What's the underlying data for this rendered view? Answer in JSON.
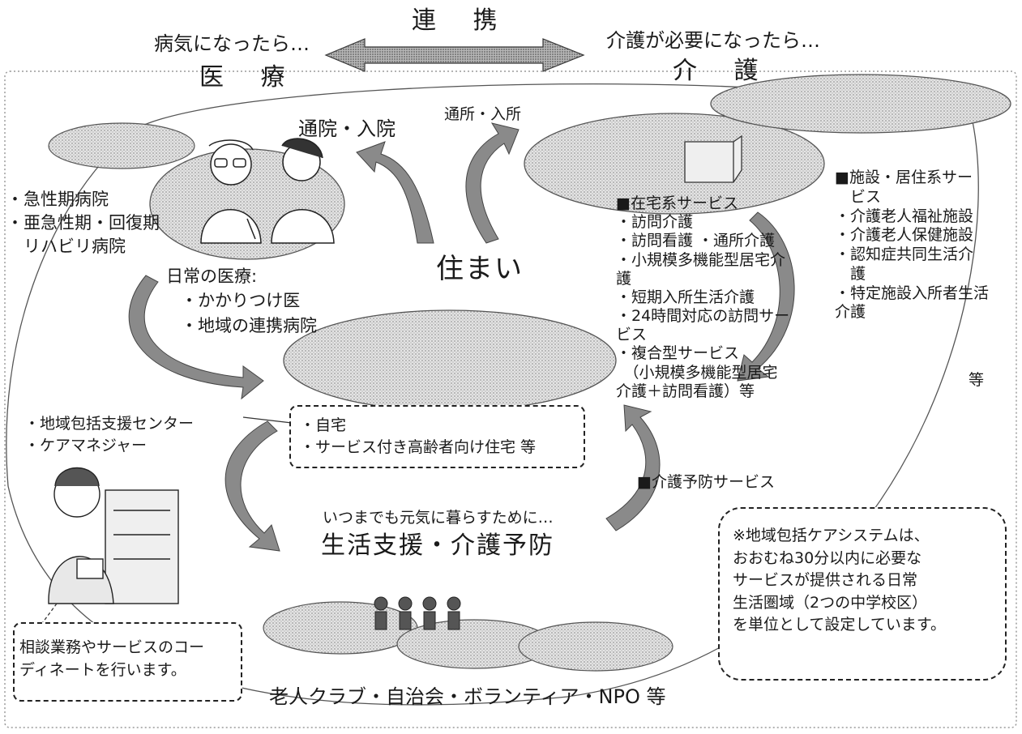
{
  "header": {
    "renkei": "連 携",
    "medical_prompt": "病気になったら…",
    "medical": "医 療",
    "care_prompt": "介護が必要になったら…",
    "care": "介 護"
  },
  "flows": {
    "tsuin": "通院・入院",
    "tsusho": "通所・入所"
  },
  "hospitals": [
    "・急性期病院",
    "・亜急性期・回復期",
    "　リハビリ病院"
  ],
  "daily_medical": {
    "title": "日常の医療:",
    "items": [
      "・かかりつけ医",
      "・地域の連携病院"
    ]
  },
  "center": "住まい",
  "home_care": {
    "title": "■在宅系サービス",
    "items": [
      "・訪問介護",
      "・訪問看護 ・通所介護",
      "・小規模多機能型居宅介",
      "護",
      "・短期入所生活介護",
      "・24時間対応の訪問サー",
      "ビス",
      "・複合型サービス",
      "　（小規模多機能型居宅",
      "介護＋訪問看護）等"
    ]
  },
  "facility": {
    "items": [
      "■施設・居住系サー",
      "　ビス",
      "・介護老人福祉施設",
      "・介護老人保健施設",
      "・認知症共同生活介",
      "　護",
      "・特定施設入所者生活",
      "介護"
    ],
    "tou": "等"
  },
  "housing": [
    "・自宅",
    "・サービス付き高齢者向け住宅 等"
  ],
  "support_center": [
    "・地域包括支援センター",
    "・ケアマネジャー"
  ],
  "consult": [
    "相談業務やサービスのコー",
    "ディネートを行います。"
  ],
  "prevention": {
    "label": "■介護予防サービス",
    "prompt": "いつまでも元気に暮らすために…",
    "title": "生活支援・介護予防"
  },
  "note": [
    "※地域包括ケアシステムは、",
    "おおむね30分以内に必要な",
    "サービスが提供される日常",
    "生活圏域（2つの中学校区）",
    "を単位として設定しています。"
  ],
  "community": "老人クラブ・自治会・ボランティア・NPO 等",
  "colors": {
    "ink": "#1a1a1a",
    "shade": "#c8c8c8",
    "arrow": "#8a8a8a"
  }
}
